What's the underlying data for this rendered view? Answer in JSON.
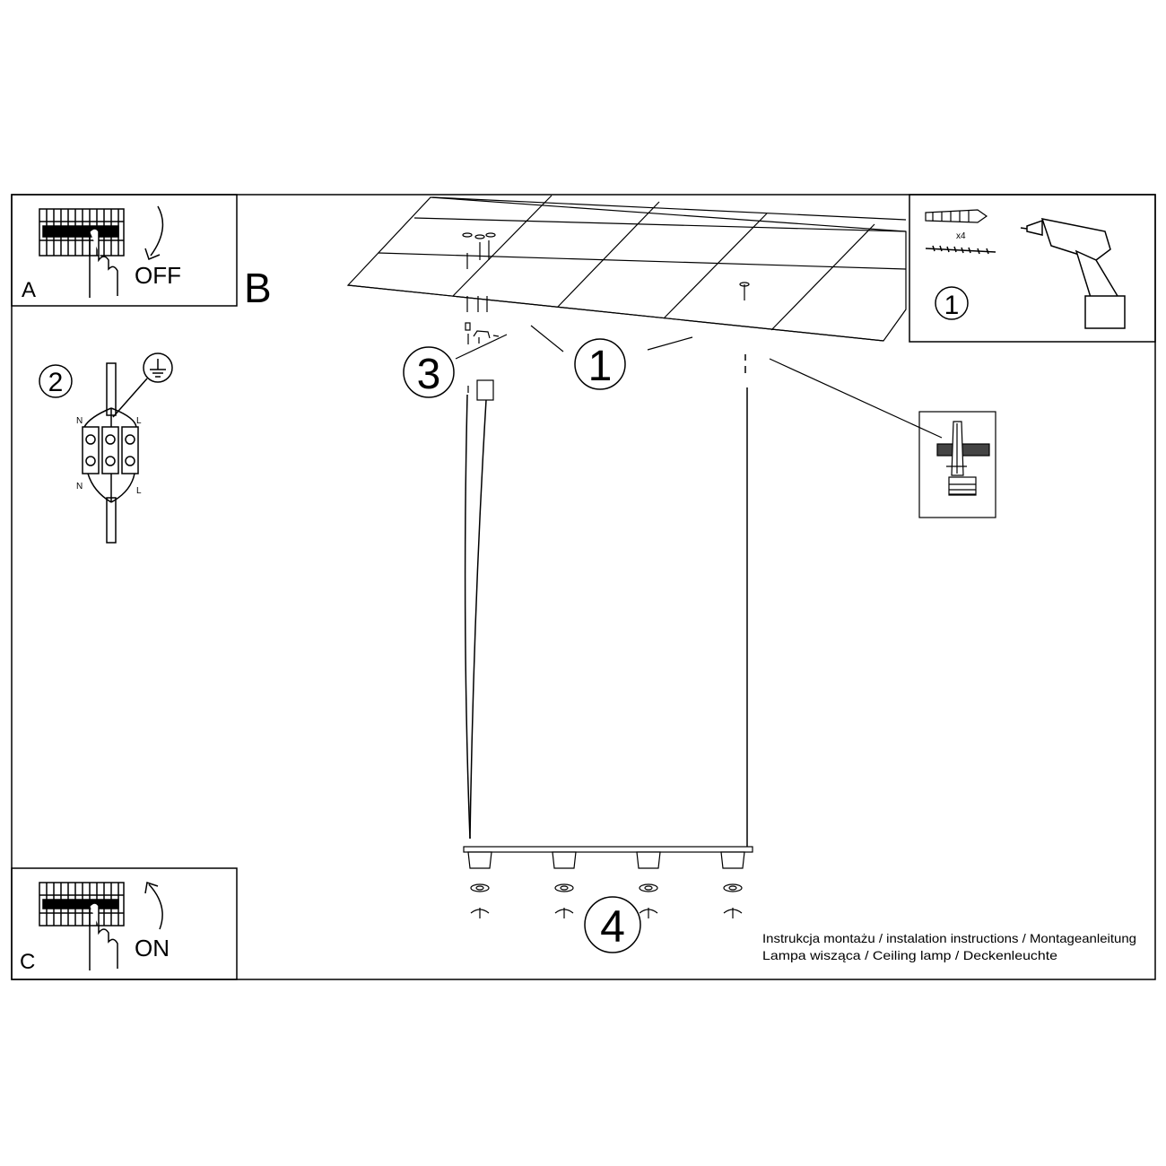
{
  "panels": {
    "a": {
      "letter": "A",
      "action": "OFF"
    },
    "b": {
      "letter": "B"
    },
    "c": {
      "letter": "C",
      "action": "ON"
    }
  },
  "steps": {
    "one": "1",
    "two": "2",
    "three": "3",
    "four": "4"
  },
  "wiring": {
    "n_top": "N",
    "l_top": "L",
    "n_bottom": "N",
    "l_bottom": "L"
  },
  "tools": {
    "anchor_qty": "x4",
    "step": "1"
  },
  "caption": {
    "line1": "Instrukcja montażu / instalation instructions / Montageanleitung",
    "line2": "Lampa wisząca / Ceiling lamp / Deckenleuchte"
  },
  "icons": [
    "breaker-panel-icon",
    "hand-icon",
    "curved-arrow-icon",
    "terminal-block-icon",
    "ground-symbol-icon",
    "wall-plug-icon",
    "screw-icon",
    "drill-icon",
    "ceiling-grid-icon",
    "lamp-socket-icon"
  ],
  "colors": {
    "line": "#000000",
    "background": "#ffffff"
  }
}
